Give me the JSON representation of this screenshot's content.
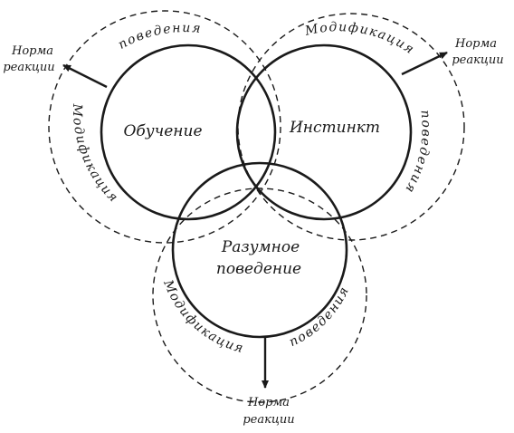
{
  "circles": {
    "learning": {
      "label": "Обучение",
      "arc_top": "поведения",
      "arc_side": "Модификация",
      "norm_line1": "Норма",
      "norm_line2": "реакции"
    },
    "instinct": {
      "label": "Инстинкт",
      "arc_top": "Модификация",
      "arc_side": "поведения",
      "norm_line1": "Норма",
      "norm_line2": "реакции"
    },
    "reasoning": {
      "label_line1": "Разумное",
      "label_line2": "поведение",
      "arc_left": "Модификация",
      "arc_right": "поведения",
      "norm_line1": "Норма",
      "norm_line2": "реакции"
    }
  }
}
